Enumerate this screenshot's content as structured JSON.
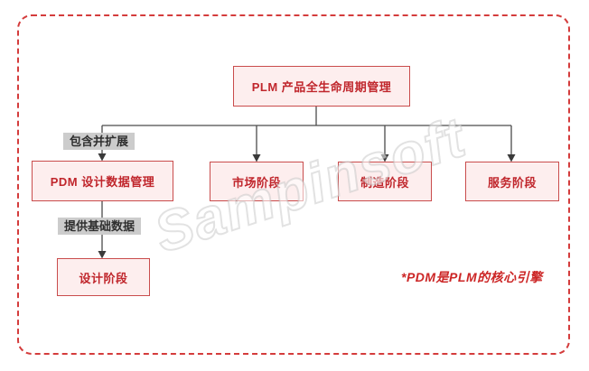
{
  "diagram": {
    "nodes": {
      "root": {
        "label": "PLM 产品全生命周期管理"
      },
      "pdm": {
        "label": "PDM 设计数据管理"
      },
      "market": {
        "label": "市场阶段"
      },
      "manufacture": {
        "label": "制造阶段"
      },
      "service": {
        "label": "服务阶段"
      },
      "design": {
        "label": "设计阶段"
      }
    },
    "edge_labels": {
      "include_extend": "包含并扩展",
      "provide_base_data": "提供基础数据"
    },
    "note": "*PDM是PLM的核心引擎",
    "watermark": "Sampinsoft"
  },
  "colors": {
    "frame_border": "#d43c3c",
    "node_fill": "#fdeeee",
    "node_border": "#c94c4c",
    "node_text": "#c0262c",
    "connector": "#4c4c4c",
    "edge_label_bg": "#cccccc",
    "edge_label_text": "#2f2f2f",
    "note_text": "#cc2525"
  }
}
